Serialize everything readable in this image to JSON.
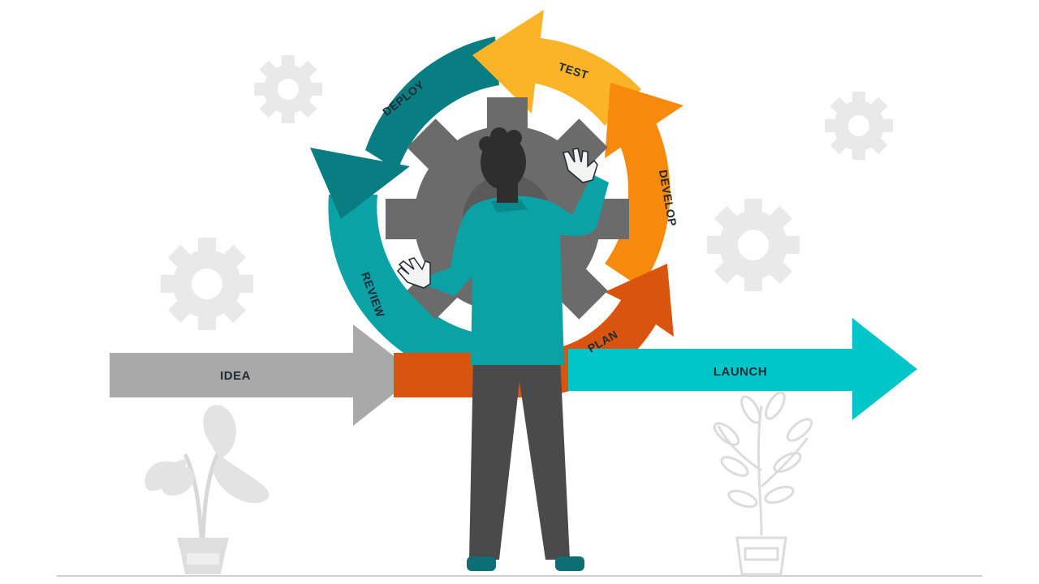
{
  "diagram": {
    "stages": {
      "idea": "IDEA",
      "launch": "LAUNCH",
      "plan": "PLAN",
      "develop": "DEVELOP",
      "test": "TEST",
      "deploy": "DEPLOY",
      "review": "REVIEW"
    },
    "colors": {
      "idea": "#a9a9a9",
      "launch": "#00c5c9",
      "plan": "#d9540f",
      "develop": "#f7890c",
      "test": "#fbb428",
      "deploy": "#087e82",
      "review": "#0aa2a4",
      "gear": "#6b6b6b",
      "shirt": "#0aa2a4",
      "trousers": "#4a4a4a"
    }
  }
}
